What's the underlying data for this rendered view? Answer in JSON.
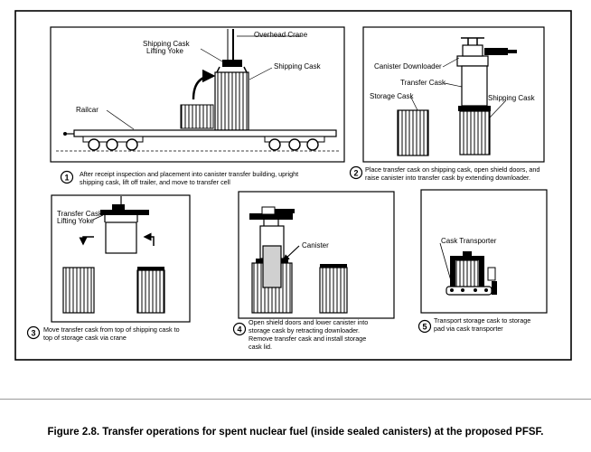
{
  "figure": {
    "caption": "Figure 2.8. Transfer operations for spent nuclear fuel (inside sealed canisters) at the proposed PFSF."
  },
  "panels": [
    {
      "number": "1",
      "labels": [
        "Overhead Crane",
        "Shipping Cask",
        "Lifting Yoke",
        "Shipping Cask",
        "Railcar"
      ],
      "text": [
        "After receipt inspection and placement into canister transfer building, upright",
        "shipping cask, lift off trailer, and move to transfer cell"
      ]
    },
    {
      "number": "2",
      "labels": [
        "Canister Downloader",
        "Transfer Cask",
        "Storage Cask",
        "Shipping Cask"
      ],
      "text": [
        "Place transfer cask on shipping cask, open shield doors, and",
        "raise canister into transfer cask by extending downloader."
      ]
    },
    {
      "number": "3",
      "labels": [
        "Transfer Cask",
        "Lifting Yoke"
      ],
      "text": [
        "Move transfer cask from top of shipping cask to",
        "top of storage cask via crane"
      ]
    },
    {
      "number": "4",
      "labels": [
        "Canister"
      ],
      "text": [
        "Open shield doors and lower canister into",
        "storage cask by retracting downloader.",
        "Remove transfer cask and install storage",
        "cask lid."
      ]
    },
    {
      "number": "5",
      "labels": [
        "Cask Transporter"
      ],
      "text": [
        "Transport storage cask to storage",
        "pad via cask transporter"
      ]
    }
  ]
}
